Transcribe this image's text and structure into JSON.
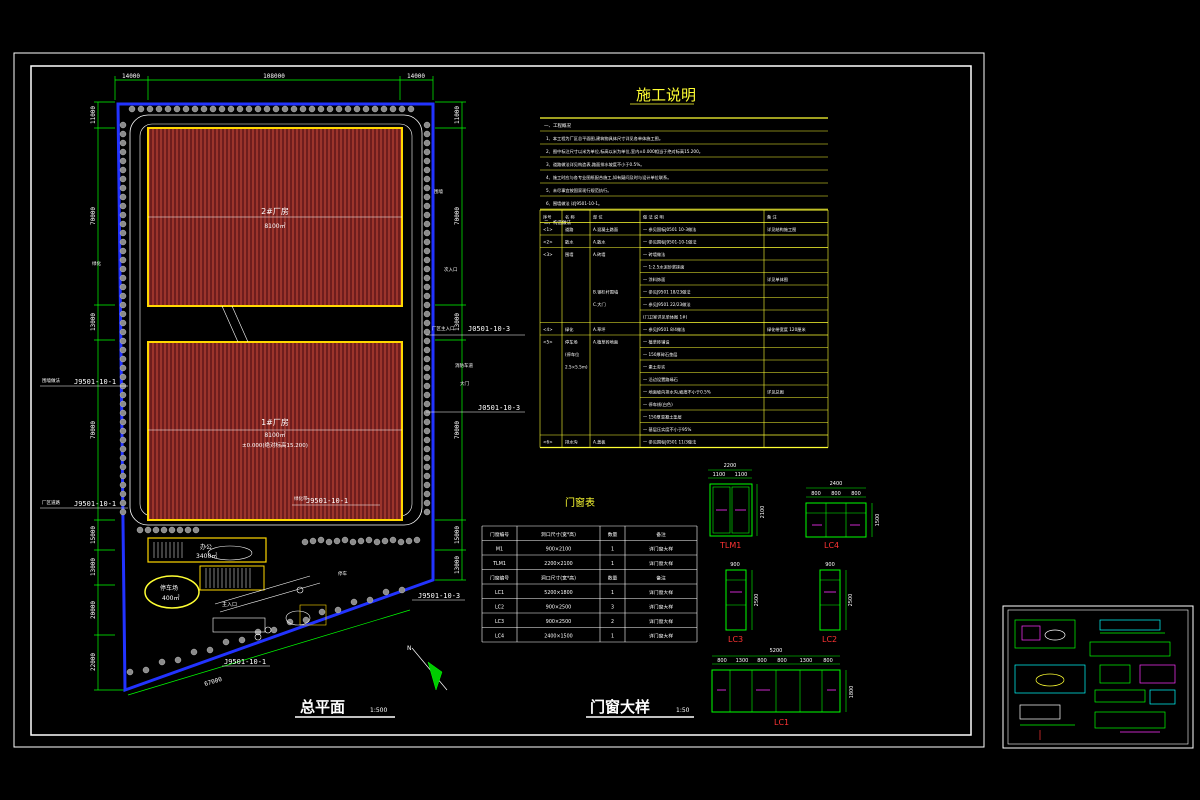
{
  "colors": {
    "background": "#000000",
    "frame": "#ffffff",
    "boundary": "#2233ff",
    "building_roof": "#8a2424",
    "building_stripe": "#c84a3a",
    "building_outline": "#ffd700",
    "road": "#ffffff",
    "dimension": "#00ff00",
    "tree": "#9a9a9a",
    "text_yellow": "#ffff33",
    "text_white": "#ffffff",
    "text_red": "#ff3333",
    "magenta": "#ff33ff",
    "cyan": "#00ffff"
  },
  "site_plan": {
    "title": "总平面",
    "scale": "1:500",
    "top_dims": [
      "14000",
      "108000",
      "14000"
    ],
    "bottom_dim": "67000",
    "left_dims": [
      "11000",
      "70000",
      "13000",
      "70000",
      "15000",
      "13000",
      "20000",
      "22000"
    ],
    "right_dims": [
      "11000",
      "70000",
      "13000",
      "70000",
      "15000",
      "13000"
    ],
    "building_2": {
      "label": "2#厂房",
      "area": "8100㎡"
    },
    "building_1": {
      "label": "1#厂房",
      "area": "8100㎡",
      "note": "±0.000(绝对标高15.200)"
    },
    "office": {
      "label": "办公",
      "area": "3400㎡"
    },
    "parking": {
      "label": "停车场",
      "area": "400㎡"
    },
    "refs": [
      "J9501-10-1",
      "J9501-10-1",
      "J9501-10-1",
      "J9501-10-1",
      "J0501-10-3",
      "J0501-10-3",
      "J9501-10-3"
    ],
    "small_labels": [
      "围墙做法",
      "厂区道路",
      "绿化",
      "围墙",
      "厂区主入口",
      "次入口",
      "大门",
      "消防车道",
      "绿化带",
      "停车"
    ],
    "gate_label": "主入口"
  },
  "construction_notes": {
    "title": "施工说明",
    "section1_heading": "一、工程概况",
    "notes": [
      "1、本工程为厂区总平面图,建筑物具体尺寸详见各单体施工图。",
      "2、图中标注尺寸以米为单位,标高以米为单位,室内±0.000相当于绝对标高15.200。",
      "3、道路做法详见构造表,路面排水坡度不小于0.5%。",
      "4、施工时应与各专业图纸配合施工,如有疑问及时与设计单位联系。",
      "5、未尽事宜按国家现行规范执行。",
      "6、围墙做法    详J9501-10-1。"
    ],
    "section2_heading": "二、构造做法",
    "table_headers": [
      "序号",
      "名 称",
      "部 位",
      "做    法    说    明",
      "备 注"
    ],
    "rows": [
      [
        "<1>",
        "道路",
        "A.混凝土路面",
        "一 参见国标J0501 10-3做法",
        "详见结构施工图"
      ],
      [
        "<2>",
        "散水",
        "A.散水",
        "一 参见国标J9501-10-1做法",
        ""
      ],
      [
        "<3>",
        "围墙",
        "A.砖墙",
        "一 砖墙做法",
        ""
      ],
      [
        "",
        "",
        "",
        "一 1:2.5水泥砂浆抹面",
        ""
      ],
      [
        "",
        "",
        "",
        "一 涂料饰面",
        "详见单体图"
      ],
      [
        "",
        "",
        "B.钢栏杆围墙",
        "一 参见J9501 18/23做法",
        ""
      ],
      [
        "",
        "",
        "C.大门",
        "一 参见J9501 22/23做法",
        ""
      ],
      [
        "",
        "",
        "",
        "(门卫室详见单体图 1#)",
        ""
      ],
      [
        "<4>",
        "绿化",
        "A.草坪",
        "一 参见J9501 8/4做法",
        "绿化带宽度 120厘米"
      ],
      [
        "<5>",
        "停车场",
        "A.植草砖地面",
        "一 植草砖铺设",
        ""
      ],
      [
        "",
        "(停车位",
        "",
        "一 150厚碎石垫层",
        ""
      ],
      [
        "",
        "2.5×5.5m)",
        "",
        "一 素土夯实",
        ""
      ],
      [
        "",
        "",
        "",
        "一 沿边设置路缘石",
        ""
      ],
      [
        "",
        "",
        "",
        "一 地面坡向排水沟,坡度不小于0.5%",
        "详见总图"
      ],
      [
        "",
        "",
        "",
        "一 停车线(白色)",
        ""
      ],
      [
        "",
        "",
        "",
        "一 150厚混凝土垫层",
        ""
      ],
      [
        "",
        "",
        "",
        "一 基层压实度不小于95%",
        ""
      ],
      [
        "<6>",
        "排水沟",
        "A.盖板",
        "一 参见国标J0501 11/3做法",
        ""
      ]
    ]
  },
  "door_schedule": {
    "title": "门窗表",
    "headers": [
      "门窗编号",
      "洞口尺寸(宽*高)",
      "数量",
      "备注"
    ],
    "rows": [
      [
        "M1",
        "900×2100",
        "1",
        "详门窗大样"
      ],
      [
        "TLM1",
        "2200×2100",
        "1",
        "详门窗大样"
      ],
      [
        "门窗编号",
        "洞口尺寸(宽*高)",
        "数量",
        "备注"
      ],
      [
        "LC1",
        "5200×1800",
        "1",
        "详门窗大样"
      ],
      [
        "LC2",
        "900×2500",
        "3",
        "详门窗大样"
      ],
      [
        "LC3",
        "900×2500",
        "2",
        "详门窗大样"
      ],
      [
        "LC4",
        "2400×1500",
        "1",
        "详门窗大样"
      ]
    ]
  },
  "window_details": {
    "title": "门窗大样",
    "scale": "1:50",
    "tlm1": {
      "label": "TLM1",
      "dims": [
        "2200",
        "1100",
        "1100"
      ],
      "height": "2100"
    },
    "lc4": {
      "label": "LC4",
      "dims": [
        "2400",
        "800",
        "800",
        "800"
      ],
      "height": "1500"
    },
    "lc3": {
      "label": "LC3",
      "dims": [
        "900"
      ],
      "height": "2500"
    },
    "lc2": {
      "label": "LC2",
      "dims": [
        "900"
      ],
      "height": "2500"
    },
    "lc1": {
      "label": "LC1",
      "top": "5200",
      "dims": [
        "800",
        "1300",
        "800",
        "800",
        "1300",
        "800"
      ],
      "height": "1800"
    }
  },
  "north_arrow": {
    "label": "N"
  }
}
